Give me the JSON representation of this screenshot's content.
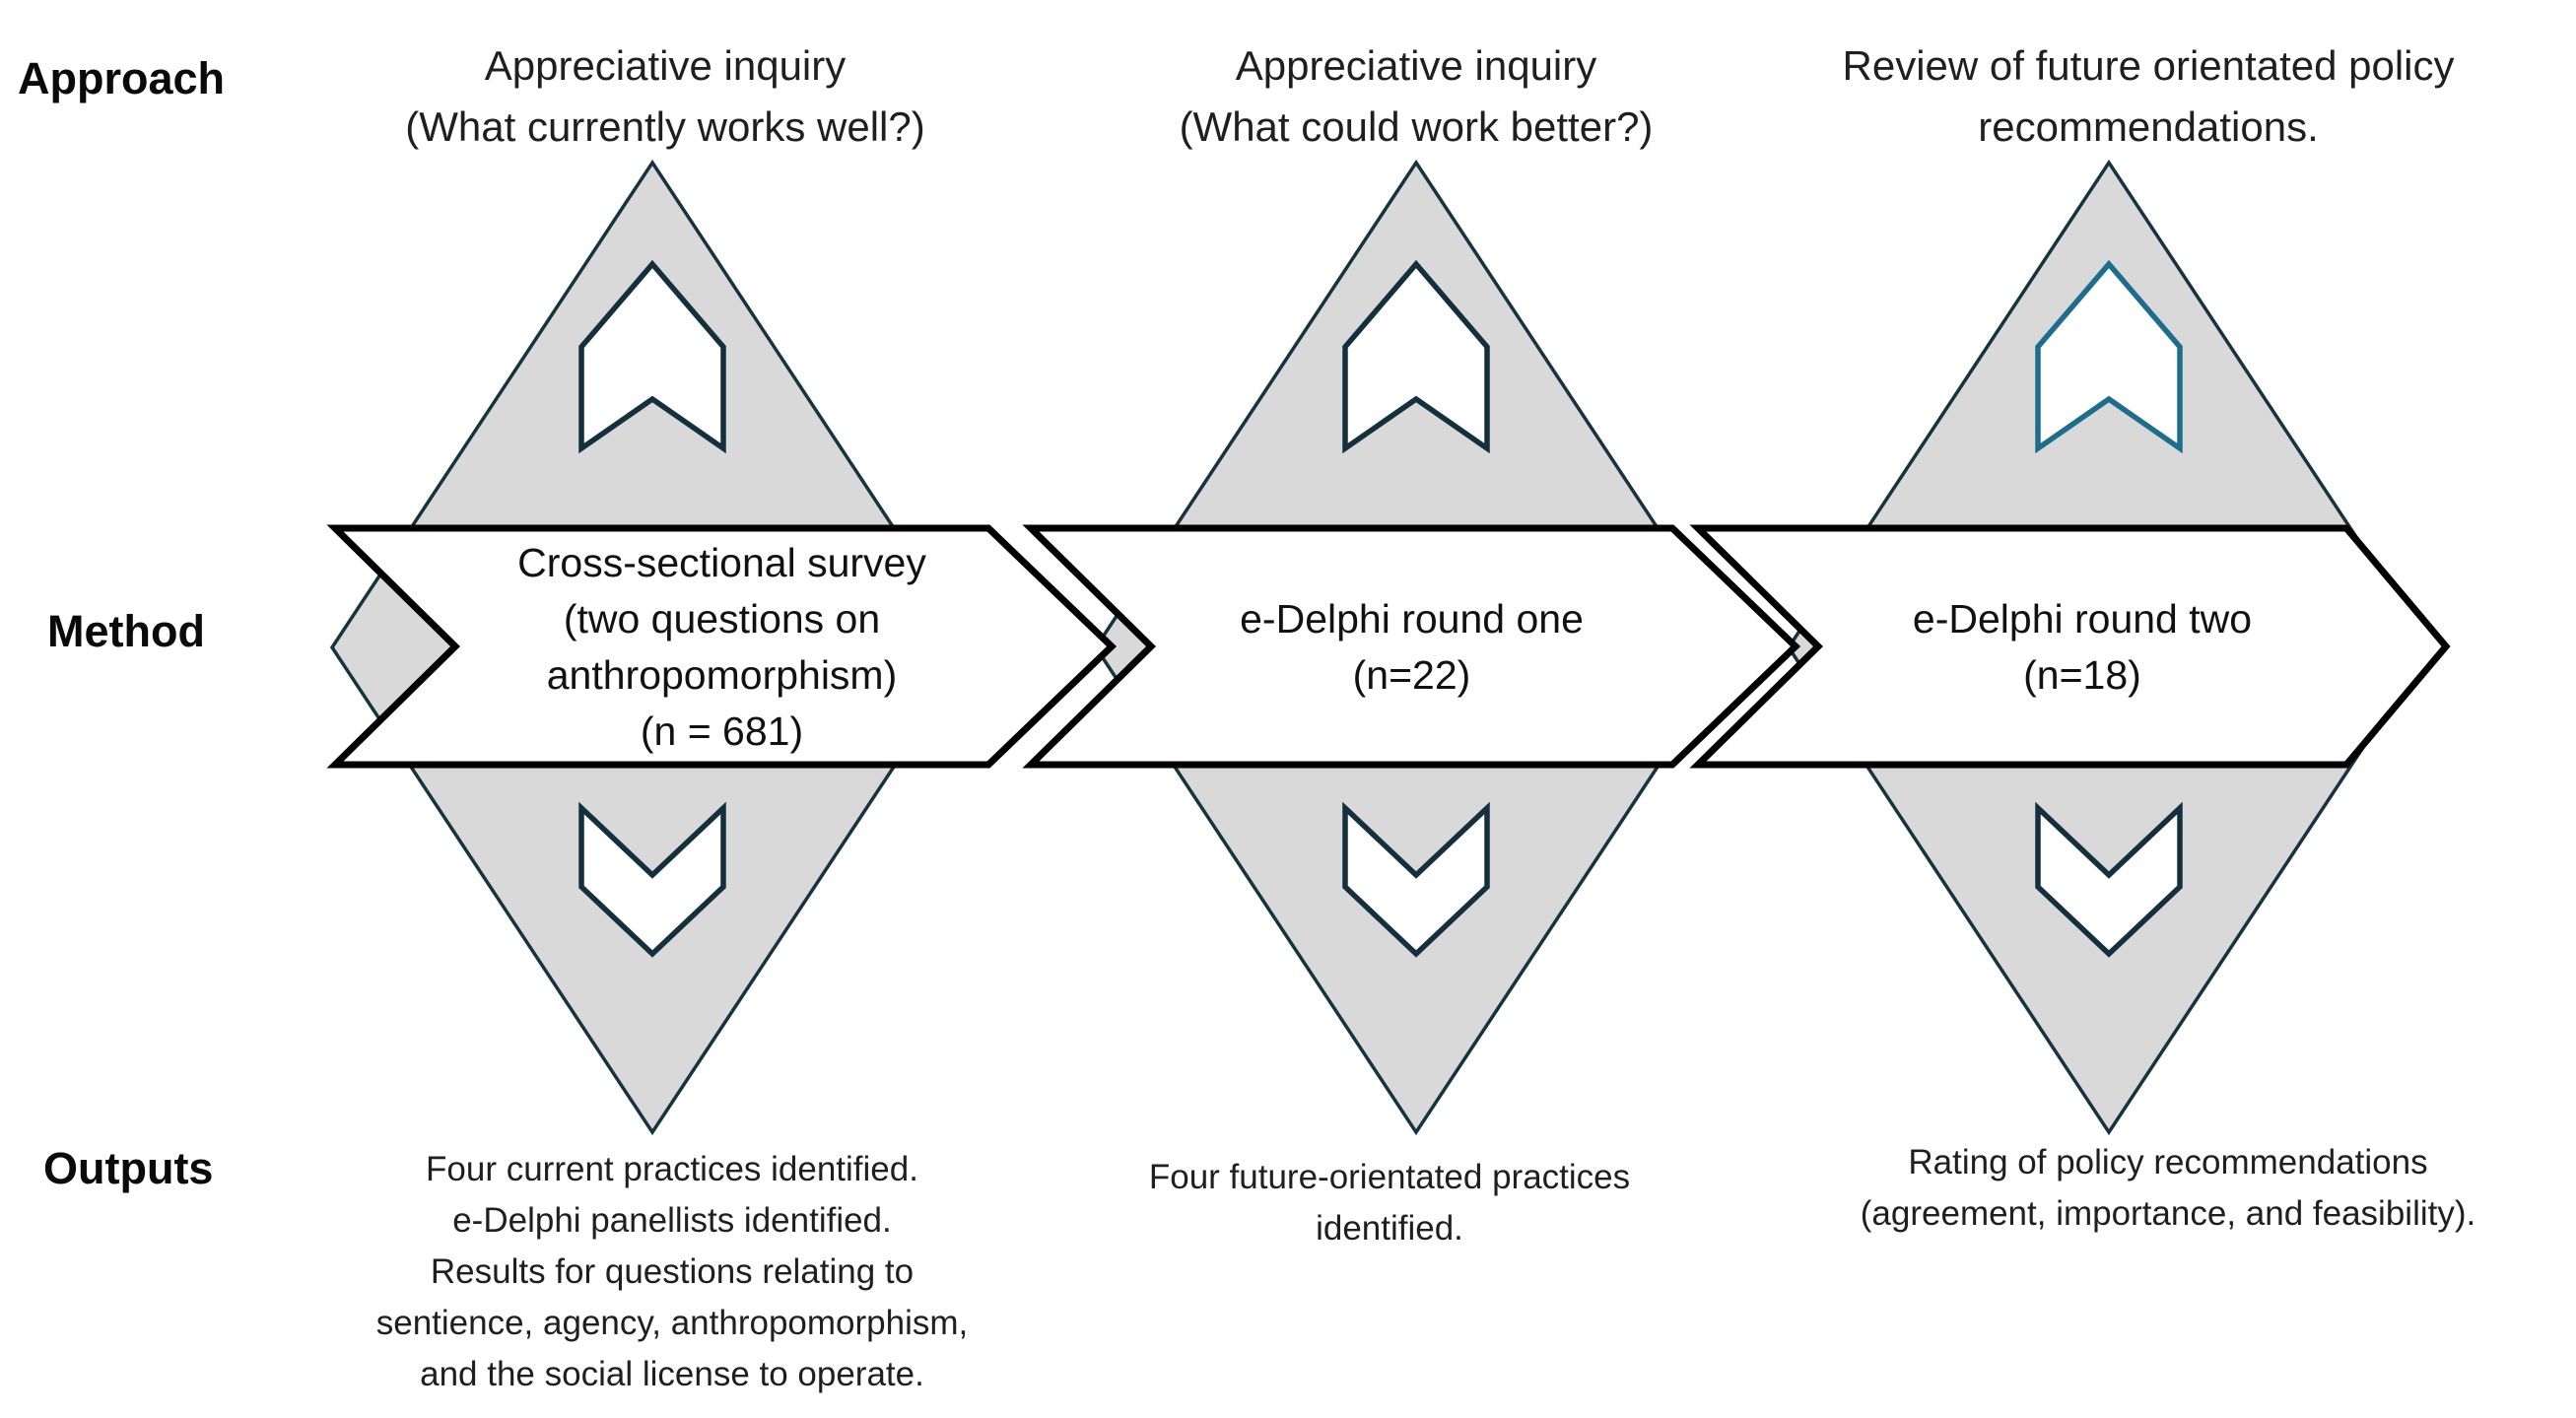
{
  "figure": {
    "row_labels": {
      "approach": "Approach",
      "method": "Method",
      "outputs": "Outputs"
    },
    "columns": [
      {
        "approach_lines": [
          "Appreciative inquiry",
          "(What currently works well?)"
        ],
        "method_lines": [
          "Cross-sectional survey",
          "(two questions on",
          "anthropomorphism)",
          "(n = 681)"
        ],
        "output_lines": [
          "Four current practices identified.",
          "e-Delphi panellists identified.",
          "Results for questions relating to",
          "sentience, agency, anthropomorphism,",
          "and the social license to operate."
        ]
      },
      {
        "approach_lines": [
          "Appreciative inquiry",
          "(What could work better?)"
        ],
        "method_lines": [
          "e-Delphi round one",
          "(n=22)"
        ],
        "output_lines": [
          "Four future-orientated practices",
          "identified."
        ]
      },
      {
        "approach_lines": [
          "Review of future orientated policy",
          "recommendations."
        ],
        "method_lines": [
          "e-Delphi round two",
          "(n=18)"
        ],
        "output_lines": [
          "Rating of policy recommendations",
          "(agreement, importance, and feasibility)."
        ]
      }
    ],
    "colors": {
      "diamond_fill": "#d9d9d9",
      "diamond_stroke": "#17333f",
      "chevron_fill": "#ffffff",
      "chevron_stroke_dark": "#14303c",
      "chevron_stroke_teal": "#1d6d8c",
      "banner_fill": "#ffffff",
      "banner_stroke": "#000000"
    }
  }
}
